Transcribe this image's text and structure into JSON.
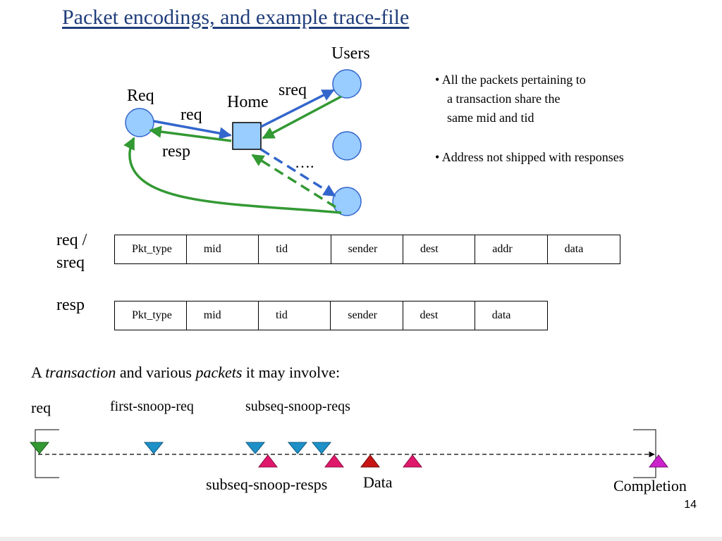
{
  "title": "Packet encodings, and example trace-file",
  "diagram": {
    "users_label": "Users",
    "req_node_label": "Req",
    "home_label": "Home",
    "req_arrow_label": "req",
    "sreq_arrow_label": "sreq",
    "resp_arrow_label": "resp",
    "ellipsis": "….",
    "colors": {
      "node_fill": "#99ccff",
      "req_arrow": "#3366cc",
      "resp_arrow": "#339933"
    }
  },
  "bullets": {
    "b1_line1": "• All the packets pertaining to",
    "b1_line2": "a transaction share the",
    "b1_line3": "same mid and tid",
    "b2": "• Address not shipped with responses"
  },
  "packets": {
    "req_label_line1": "req /",
    "req_label_line2": "sreq",
    "req_fields": [
      "Pkt_type",
      "mid",
      "tid",
      "sender",
      "dest",
      "addr",
      "data"
    ],
    "resp_label": "resp",
    "resp_fields": [
      "Pkt_type",
      "mid",
      "tid",
      "sender",
      "dest",
      "data"
    ]
  },
  "transaction": {
    "intro_a": "A",
    "intro_transaction": "transaction",
    "intro_mid": "and various",
    "intro_packets": "packets",
    "intro_end": "it may involve:",
    "req_label": "req",
    "first_snoop_label": "first-snoop-req",
    "subseq_reqs_label": "subseq-snoop-reqs",
    "subseq_resps_label": "subseq-snoop-resps",
    "data_label": "Data",
    "completion_label": "Completion",
    "colors": {
      "req": "#339933",
      "snoop_req": "#1e90c8",
      "snoop_resp": "#e0186c",
      "data": "#c81414",
      "completion": "#cc22cc"
    }
  },
  "page_number": "14"
}
